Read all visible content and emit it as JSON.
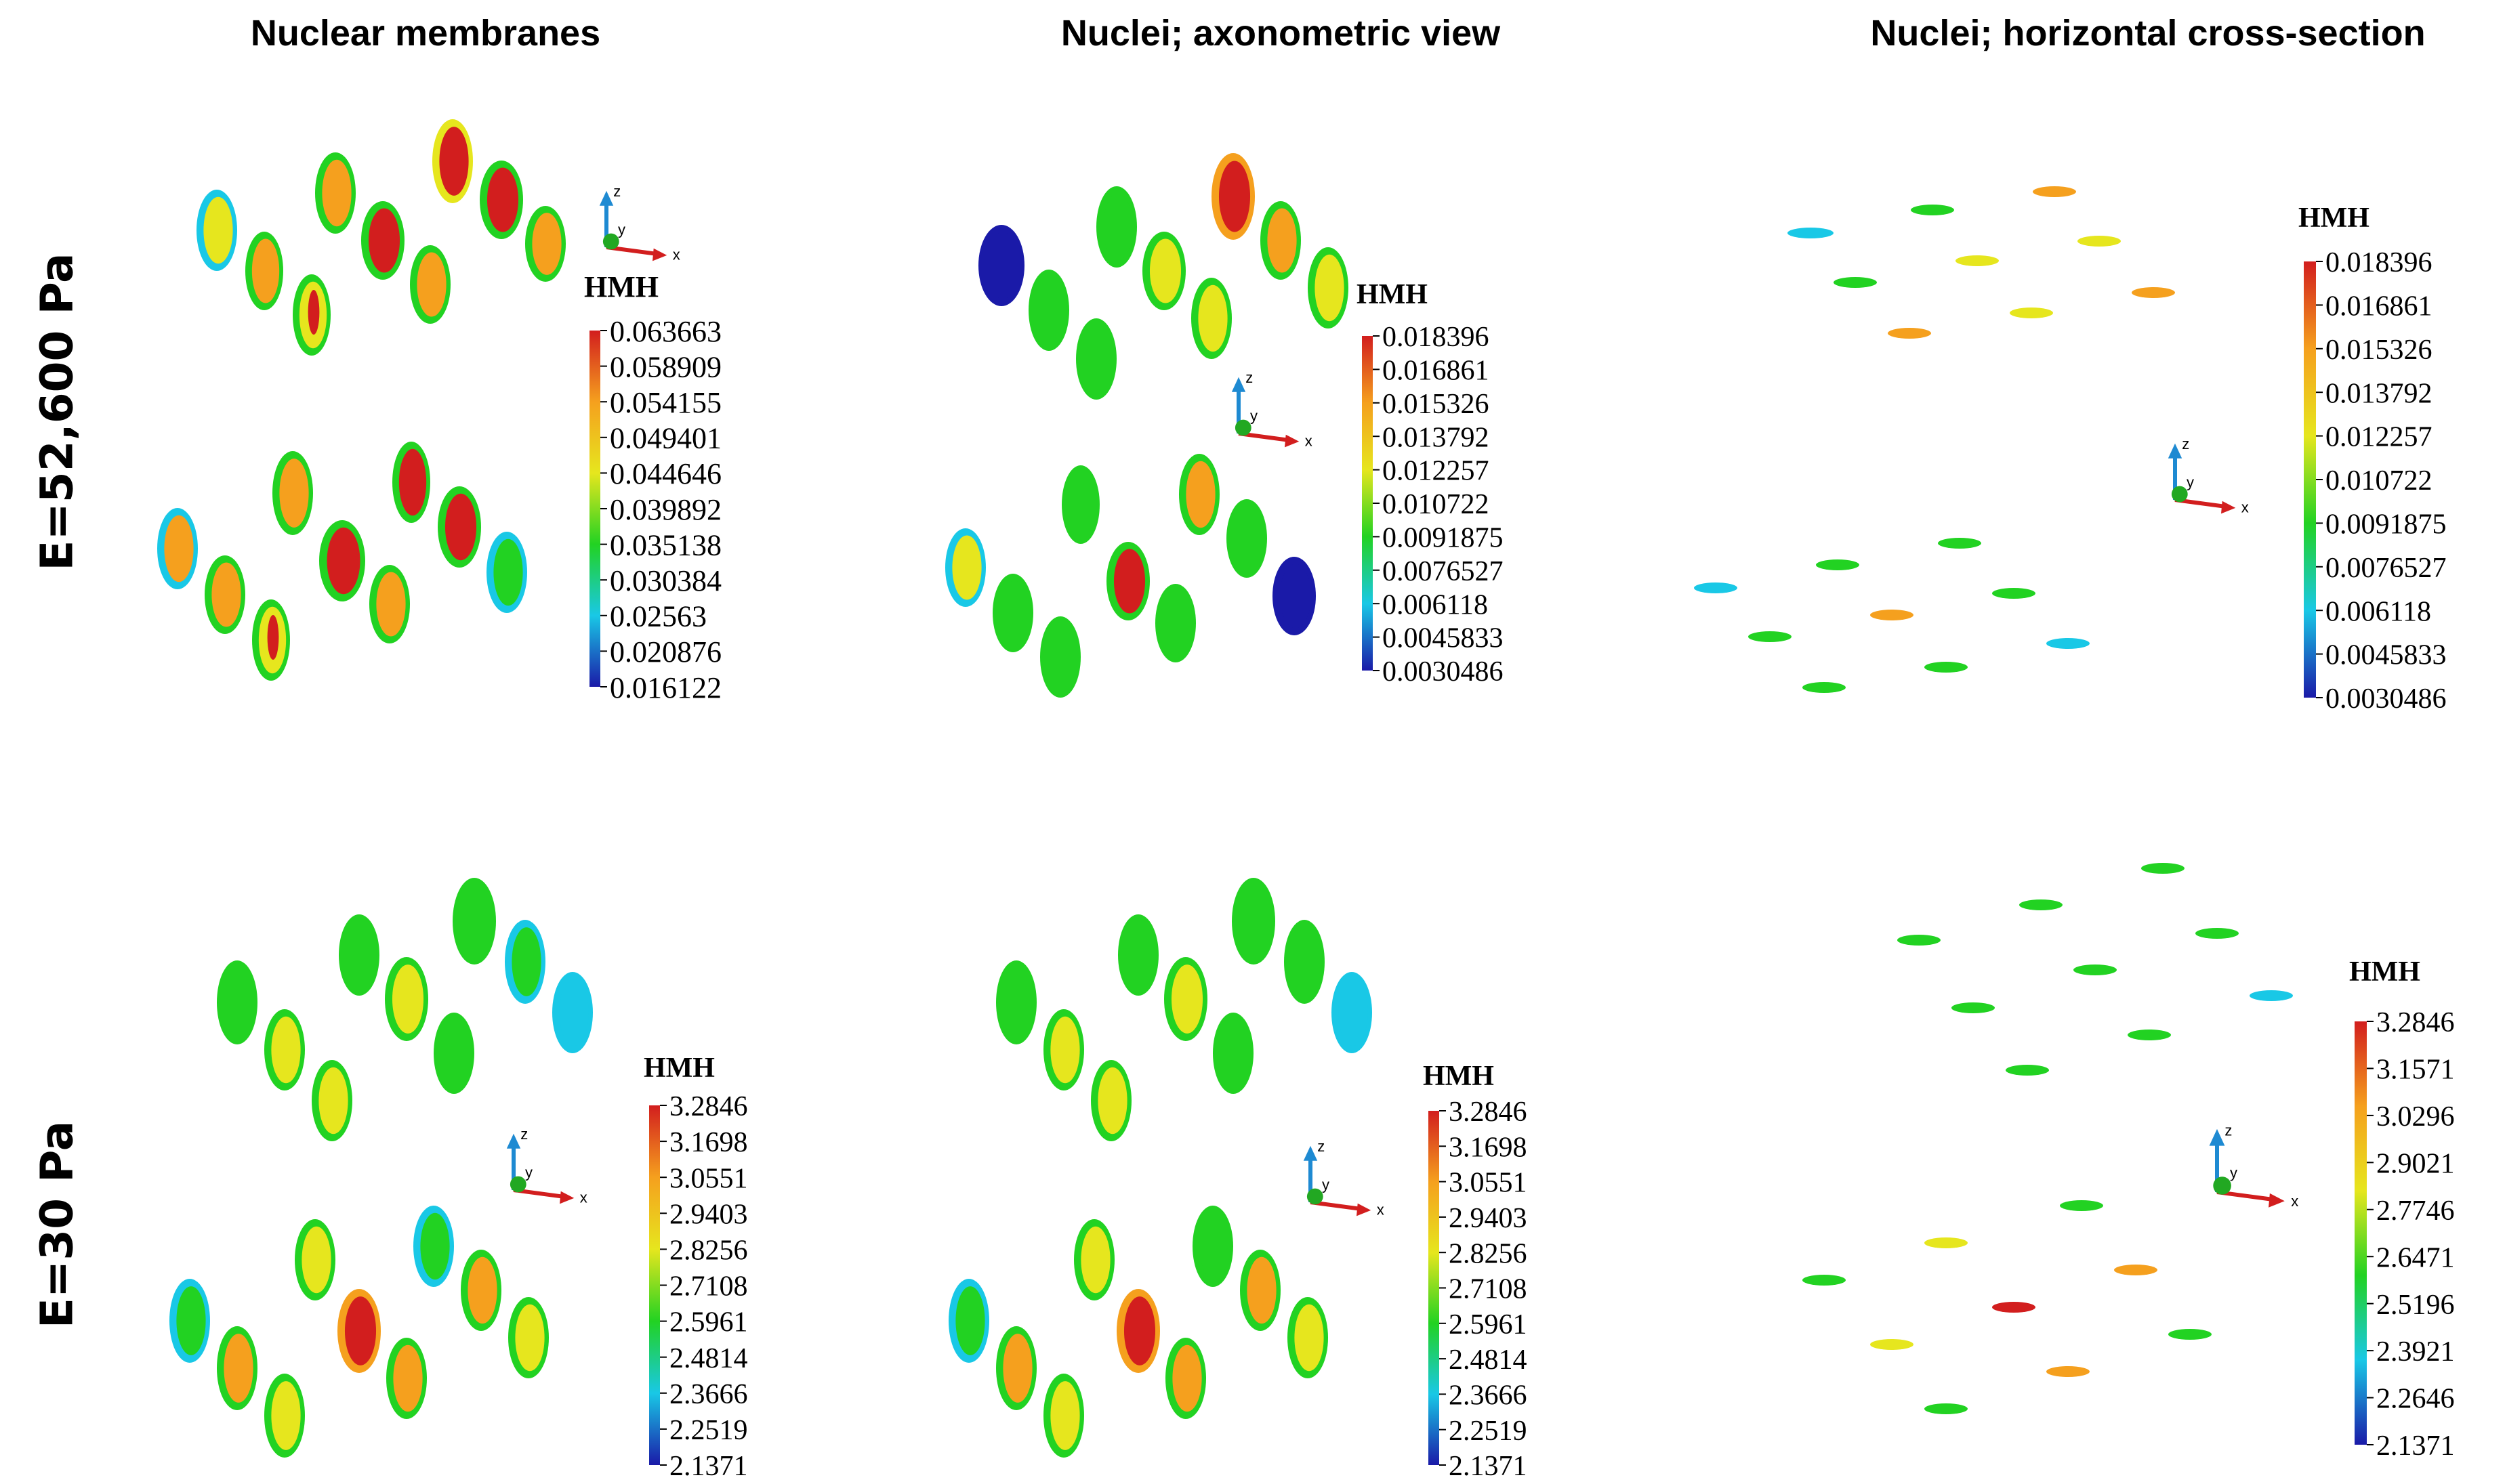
{
  "columns": [
    {
      "title": "Nuclear membranes"
    },
    {
      "title": "Nuclei; axonometric view"
    },
    {
      "title": "Nuclei; horizontal cross-section"
    }
  ],
  "rows": [
    {
      "label": "E=52,600 Pa"
    },
    {
      "label": "E=30  Pa"
    }
  ],
  "axis_labels": {
    "x": "x",
    "y": "y",
    "z": "z"
  },
  "colors": {
    "blue": "#1a1aa8",
    "cyan": "#19c8e6",
    "green": "#22d222",
    "yellow": "#e6e61e",
    "orange": "#f5a01e",
    "red": "#d21e1e"
  },
  "legends": [
    {
      "title": "HMH",
      "ticks": [
        "0.063663",
        "0.058909",
        "0.054155",
        "0.049401",
        "0.044646",
        "0.039892",
        "0.035138",
        "0.030384",
        "0.02563",
        "0.020876",
        "0.016122"
      ]
    },
    {
      "title": "HMH",
      "ticks": [
        "0.018396",
        "0.016861",
        "0.015326",
        "0.013792",
        "0.012257",
        "0.010722",
        "0.0091875",
        "0.0076527",
        "0.006118",
        "0.0045833",
        "0.0030486"
      ]
    },
    {
      "title": "HMH",
      "ticks": [
        "0.018396",
        "0.016861",
        "0.015326",
        "0.013792",
        "0.012257",
        "0.010722",
        "0.0091875",
        "0.0076527",
        "0.006118",
        "0.0045833",
        "0.0030486"
      ]
    },
    {
      "title": "HMH",
      "ticks": [
        "3.2846",
        "3.1698",
        "3.0551",
        "2.9403",
        "2.8256",
        "2.7108",
        "2.5961",
        "2.4814",
        "2.3666",
        "2.2519",
        "2.1371"
      ]
    },
    {
      "title": "HMH",
      "ticks": [
        "3.2846",
        "3.1698",
        "3.0551",
        "2.9403",
        "2.8256",
        "2.7108",
        "2.5961",
        "2.4814",
        "2.3666",
        "2.2519",
        "2.1371"
      ]
    },
    {
      "title": "HMH",
      "ticks": [
        "3.2846",
        "3.1571",
        "3.0296",
        "2.9021",
        "2.7746",
        "2.6471",
        "2.5196",
        "2.3921",
        "2.2646",
        "2.1371"
      ]
    }
  ]
}
